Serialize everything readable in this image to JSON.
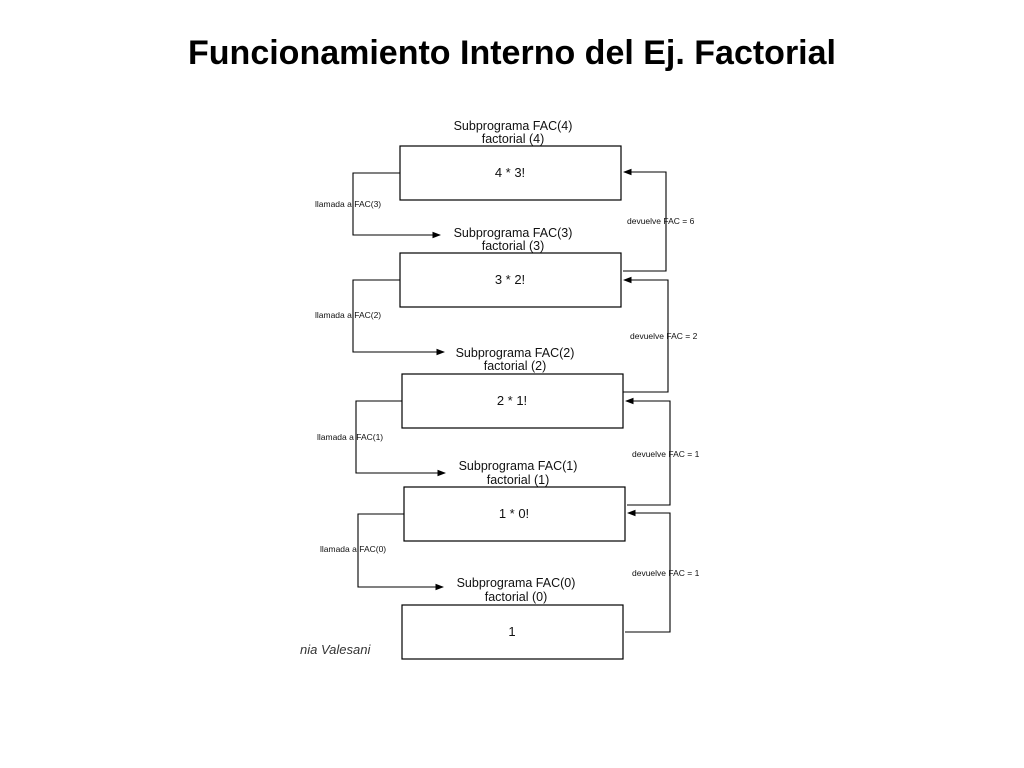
{
  "title": "Funcionamiento Interno del Ej. Factorial",
  "frames": [
    {
      "header": "Subprograma FAC(4)",
      "sub": "factorial (4)",
      "expr": "4 * 3!"
    },
    {
      "header": "Subprograma FAC(3)",
      "sub": "factorial (3)",
      "expr": "3 * 2!"
    },
    {
      "header": "Subprograma FAC(2)",
      "sub": "factorial (2)",
      "expr": "2 * 1!"
    },
    {
      "header": "Subprograma FAC(1)",
      "sub": "factorial (1)",
      "expr": "1 * 0!"
    },
    {
      "header": "Subprograma FAC(0)",
      "sub": "factorial (0)",
      "expr": "1"
    }
  ],
  "calls": [
    "llamada a FAC(3)",
    "llamada a FAC(2)",
    "llamada a FAC(1)",
    "llamada a FAC(0)"
  ],
  "returns": [
    "devuelve FAC = 6",
    "devuelve FAC = 2",
    "devuelve FAC = 1",
    "devuelve FAC = 1"
  ],
  "author_fragment": "nia Valesani"
}
